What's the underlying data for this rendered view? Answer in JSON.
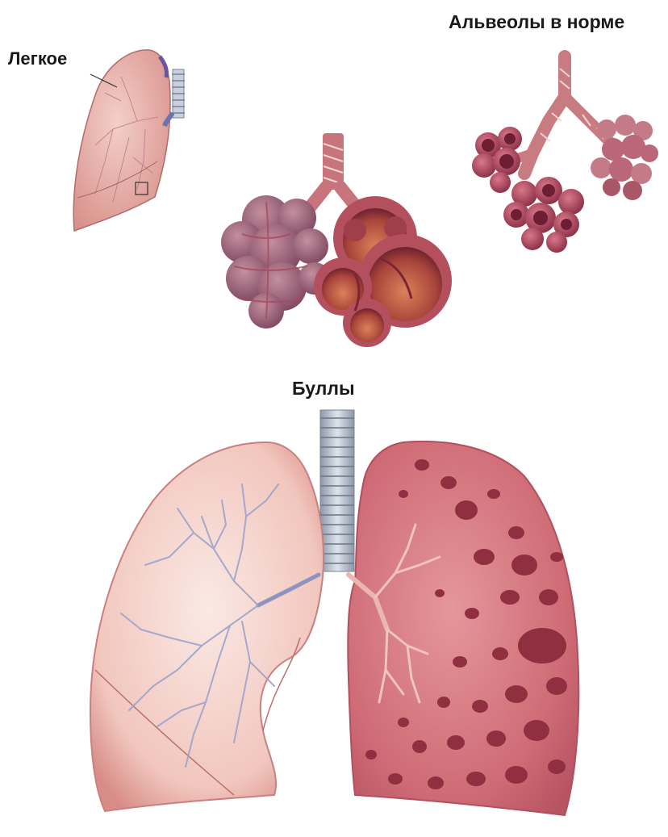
{
  "labels": {
    "lung": "Легкое",
    "normal_alveoli": "Альвеолы в норме",
    "bullae": "Буллы"
  },
  "colors": {
    "lung_pink": "#e8a8a0",
    "lung_light": "#f4d3cc",
    "diseased_red": "#c9626a",
    "bulla_dark": "#8f2f40",
    "alveoli_red": "#b8495a",
    "trachea_gray": "#aeb8c6",
    "bronchi_blue": "#9a9fc4"
  },
  "icons": [
    "lung-illustration",
    "normal-alveoli-illustration",
    "emphysema-alveoli-illustration",
    "lungs-with-bullae-illustration"
  ]
}
